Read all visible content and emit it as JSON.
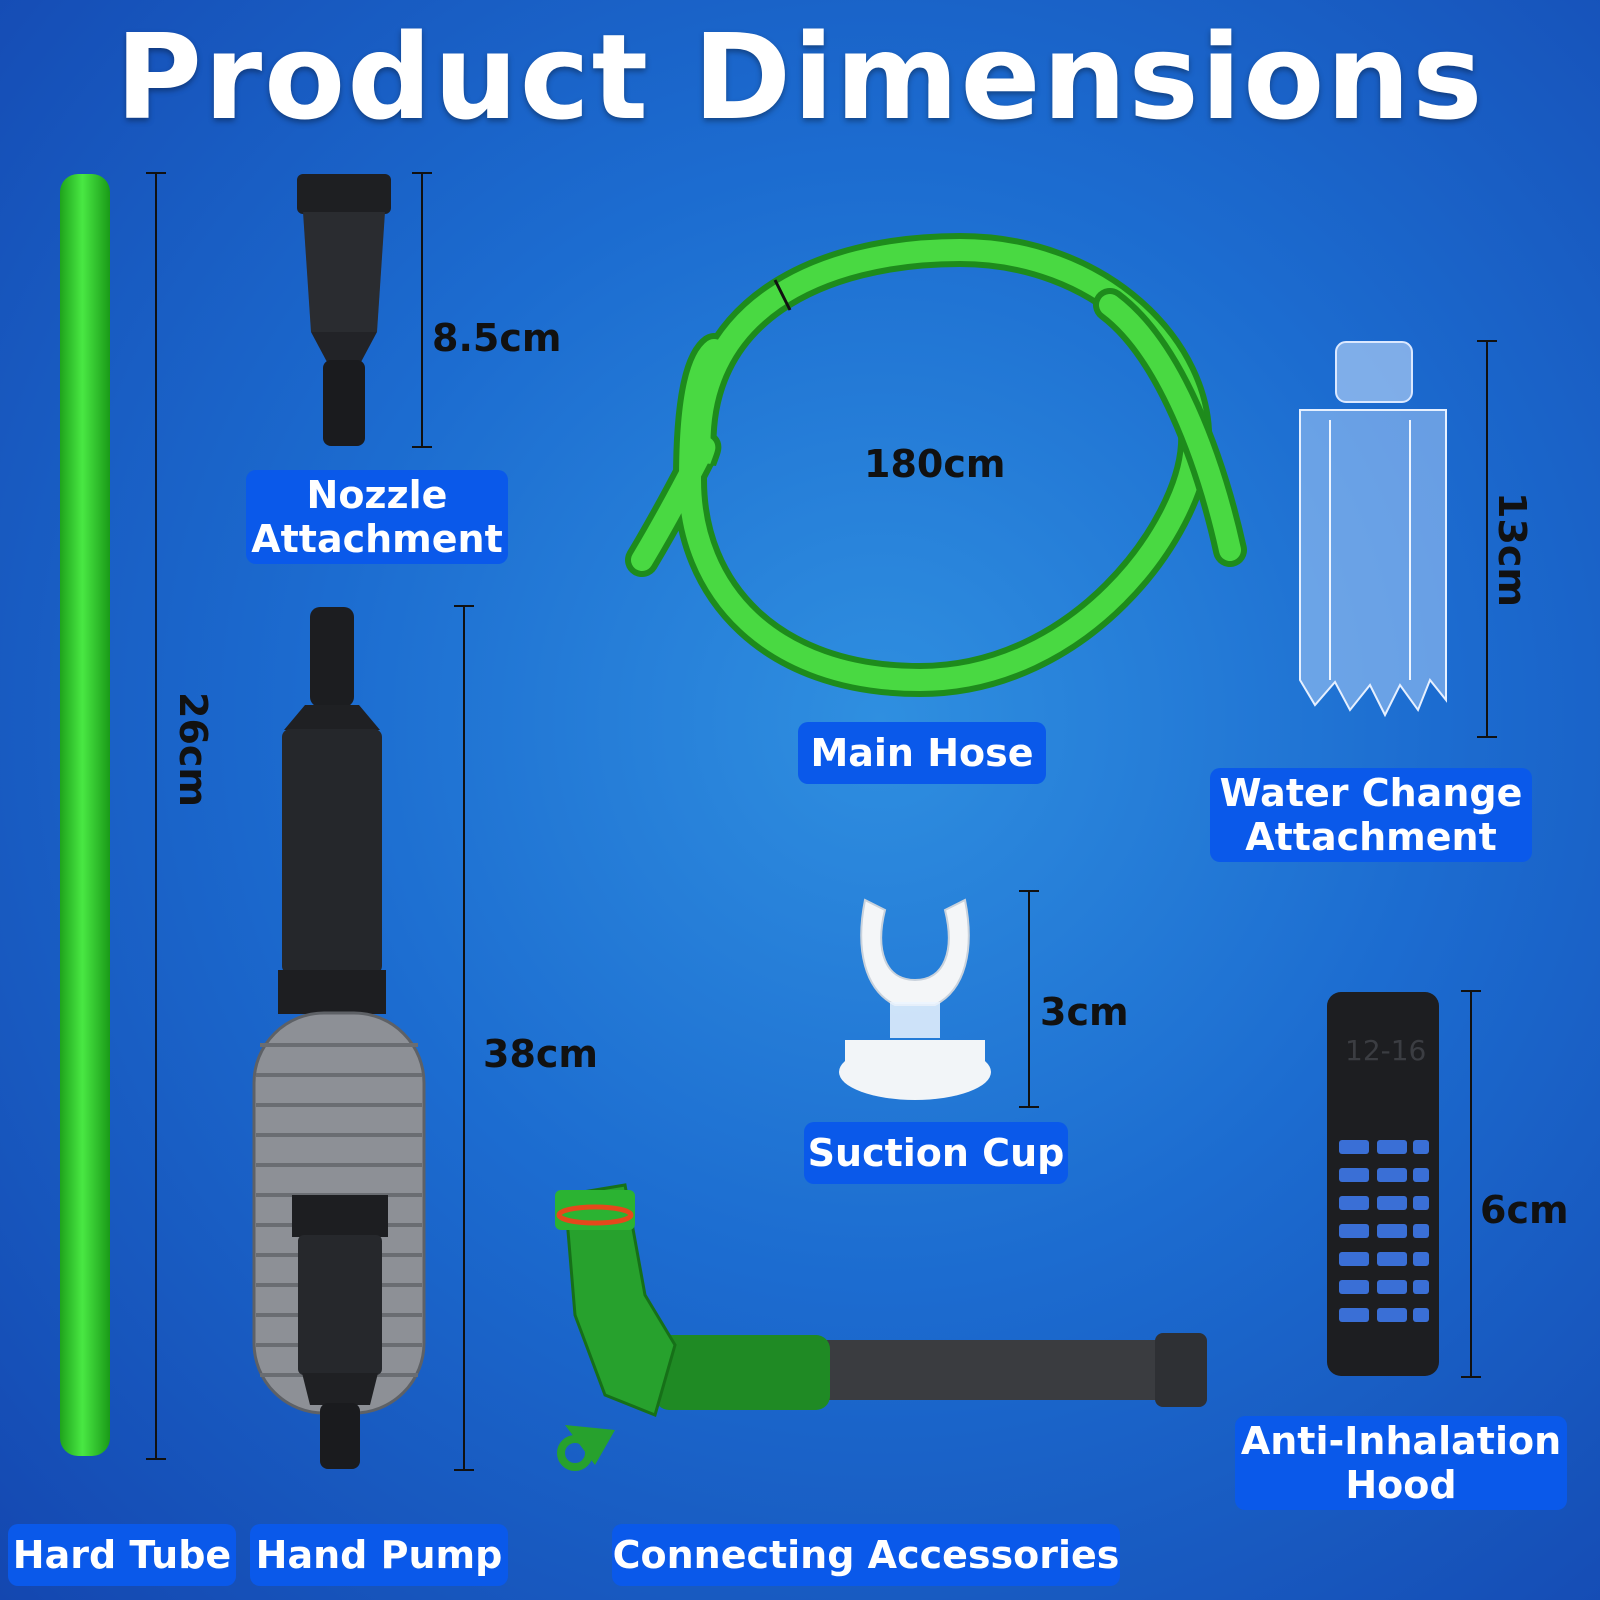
{
  "title": "Product Dimensions",
  "items": {
    "hard_tube": {
      "label": "Hard Tube",
      "size": "26cm"
    },
    "nozzle": {
      "label": "Nozzle\nAttachment",
      "size": "8.5cm"
    },
    "hand_pump": {
      "label": "Hand Pump",
      "size": "38cm"
    },
    "main_hose": {
      "label": "Main Hose",
      "size": "180cm"
    },
    "water_change": {
      "label": "Water Change\nAttachment",
      "size": "13cm"
    },
    "suction_cup": {
      "label": "Suction Cup",
      "size": "3cm"
    },
    "connecting": {
      "label": "Connecting Accessories"
    },
    "anti_inhalation": {
      "label": "Anti-Inhalation\nHood",
      "size": "6cm",
      "marking": "12-16"
    }
  },
  "colors": {
    "label_bg": "#0a59ea",
    "tube_green": "#2fd12a",
    "pump_gray": "#8d9096",
    "part_black": "#1e1f22"
  }
}
